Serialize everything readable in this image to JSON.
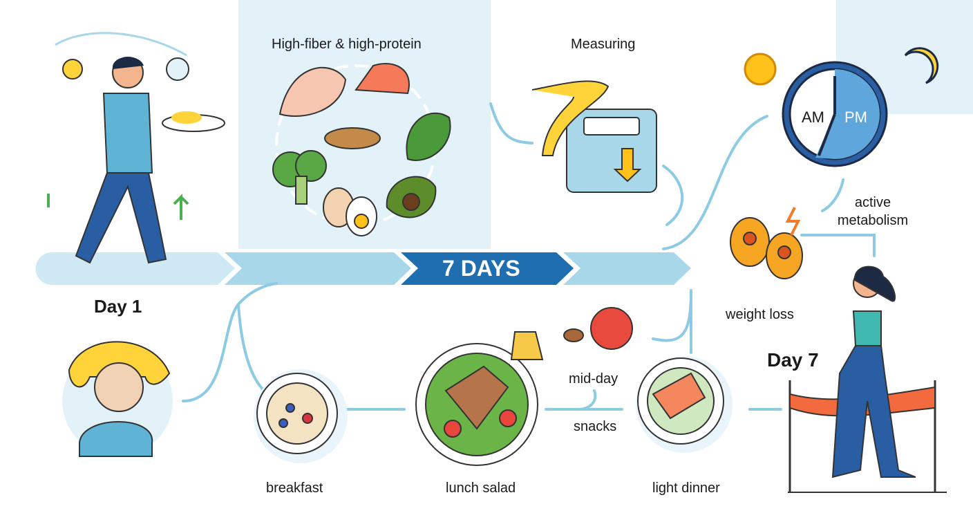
{
  "header": {
    "foods_title": "High-fiber & high-protein",
    "measuring_title": "Measuring"
  },
  "timeline": {
    "label": "7 DAYS",
    "start_label": "Day 1",
    "end_label": "Day 7"
  },
  "clock": {
    "am": "AM",
    "pm": "PM"
  },
  "metabolism": {
    "active_label": "active metabolism",
    "weight_loss_label": "weight loss"
  },
  "meals": {
    "breakfast": "breakfast",
    "lunch": "lunch salad",
    "snack_top": "mid-day",
    "snack_bottom": "snacks",
    "dinner": "light dinner"
  },
  "colors": {
    "panel": "#e3f2f9",
    "band": "#a9d7ea",
    "accent": "#1f6fb0",
    "connector": "#8ccbe3"
  }
}
